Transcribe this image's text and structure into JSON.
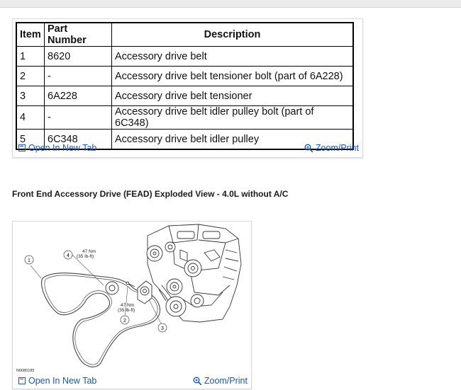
{
  "table": {
    "headers": {
      "item": "Item",
      "part_number": "Part Number",
      "description": "Description"
    },
    "rows": [
      {
        "item": "1",
        "part_number": "8620",
        "description": "Accessory drive belt"
      },
      {
        "item": "2",
        "part_number": "-",
        "description": "Accessory drive belt tensioner bolt (part of 6A228)"
      },
      {
        "item": "3",
        "part_number": "6A228",
        "description": "Accessory drive belt tensioner"
      },
      {
        "item": "4",
        "part_number": "-",
        "description": "Accessory drive belt idler pulley bolt (part of 6C348)"
      },
      {
        "item": "5",
        "part_number": "6C348",
        "description": "Accessory drive belt idler pulley"
      }
    ]
  },
  "links": {
    "open_new_tab": "Open In New Tab",
    "zoom_print": "Zoom/Print"
  },
  "figure": {
    "heading": "Front End Accessory Drive (FEAD) Exploded View - 4.0L without A/C",
    "callouts": [
      "1",
      "4",
      "2",
      "3"
    ],
    "torque_a_nm": "47 Nm",
    "torque_a_lbft": "(35 lb-ft)",
    "torque_b_nm": "47 Nm",
    "torque_b_lbft": "(35 lb-ft)",
    "code": "N0080185"
  }
}
